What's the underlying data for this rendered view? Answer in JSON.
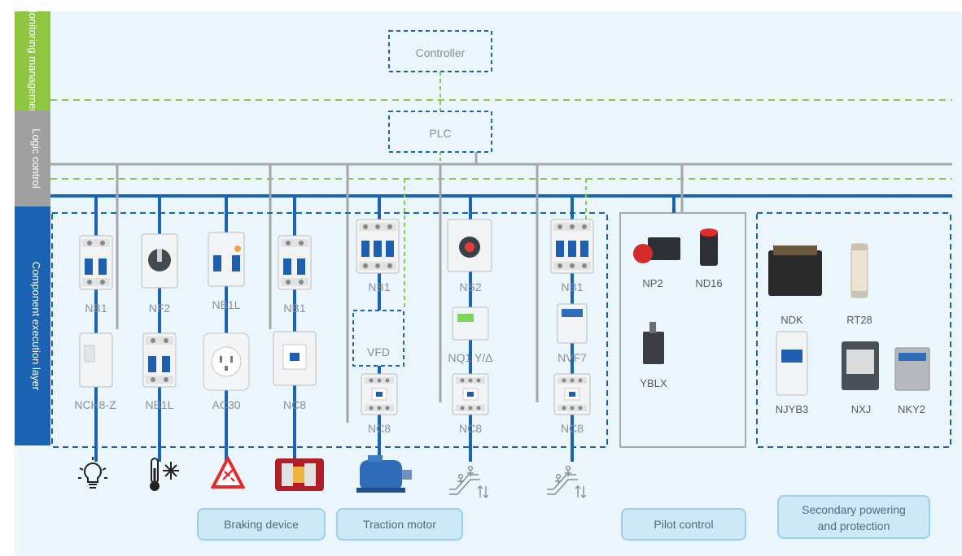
{
  "layers": {
    "monitoring": "Monitoring management",
    "logic": "Logic control",
    "execution": "Component execution layer"
  },
  "nodes": {
    "controller": "Controller",
    "plc": "PLC"
  },
  "components": {
    "c1_top": "NB1",
    "c1_bottom": "NCH8-Z",
    "c2_top": "NF2",
    "c2_bottom": "NB1L",
    "c3_top": "NB1L",
    "c3_bottom": "AC30",
    "c4_top": "NB1",
    "c4_bottom": "NC8",
    "c5_top": "NB1",
    "c5_mid": "VFD",
    "c5_bottom": "NC8",
    "c6_top": "NS2",
    "c6_mid": "NQ1 Y/Δ",
    "c6_bottom": "NC8",
    "c7_top": "NB1",
    "c7_mid": "NVF7",
    "c7_bottom": "NC8",
    "pilot_np2": "NP2",
    "pilot_nd16": "ND16",
    "pilot_yblx": "YBLX",
    "sec_ndk": "NDK",
    "sec_rt28": "RT28",
    "sec_njyb3": "NJYB3",
    "sec_nxj": "NXJ",
    "sec_nky2": "NKY2"
  },
  "groups": {
    "braking": "Braking device",
    "traction": "Traction motor",
    "pilot": "Pilot control",
    "secondary_line1": "Secondary powering",
    "secondary_line2": "and protection"
  },
  "icons": {
    "load1": "light-bulb-icon",
    "load2": "thermometer-snowflake-icon",
    "load3": "warning-triangle-icon",
    "load4": "brake-icon",
    "load5": "motor-icon",
    "load6": "escalator-icon",
    "load7": "escalator-icon"
  },
  "colors": {
    "background": "#eaf5fc",
    "monitoring": "#8dc63f",
    "logic": "#a0a0a0",
    "execution": "#1a63b3",
    "blue_line": "#1a63b3",
    "gray_line": "#a6a6a6",
    "green_dash": "#8dc63f",
    "pill_fill": "#cde8f7",
    "pill_border": "#9ad0ee",
    "pilot_border": "#a9a9a9"
  }
}
